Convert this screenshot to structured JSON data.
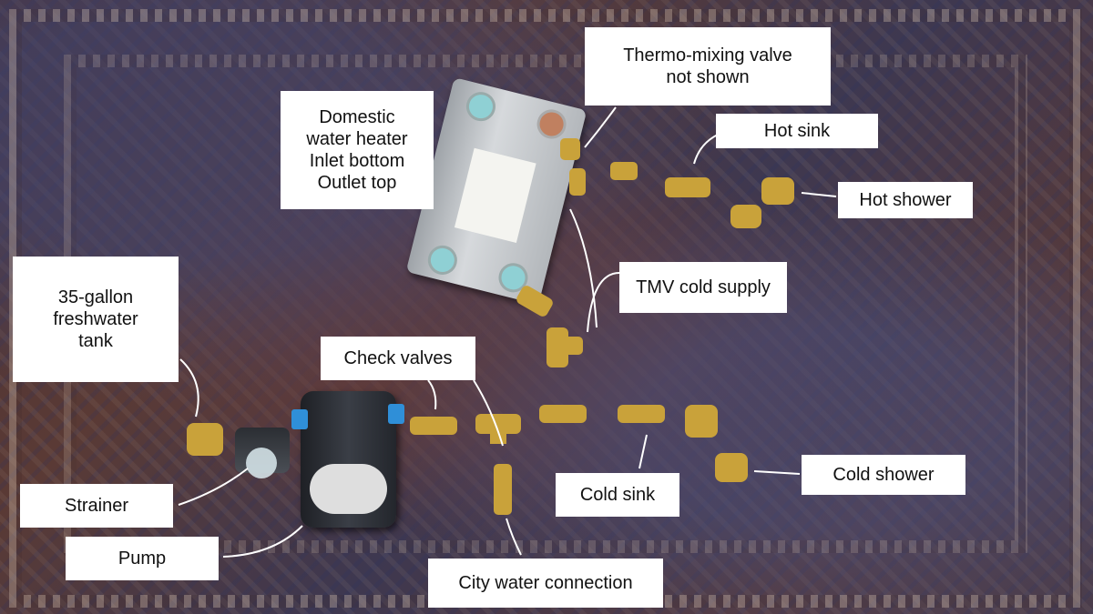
{
  "labels": {
    "thermo_mixing_valve": "Thermo-mixing valve\nnot shown",
    "domestic_water_heater": "Domestic\nwater heater\nInlet bottom\nOutlet top",
    "hot_sink": "Hot sink",
    "hot_shower": "Hot shower",
    "tmv_cold_supply": "TMV cold supply",
    "freshwater_tank": "35-gallon\nfreshwater\ntank",
    "check_valves": "Check valves",
    "strainer": "Strainer",
    "pump": "Pump",
    "cold_sink": "Cold sink",
    "cold_shower": "Cold shower",
    "city_water": "City water connection"
  },
  "colors": {
    "brass": "#c9a23a",
    "steel": "#b8bcc0",
    "label_bg": "#ffffff",
    "arrow": "#ffffff",
    "pump_body": "#2a2d33",
    "valve_cap": "#2f8fd8"
  }
}
